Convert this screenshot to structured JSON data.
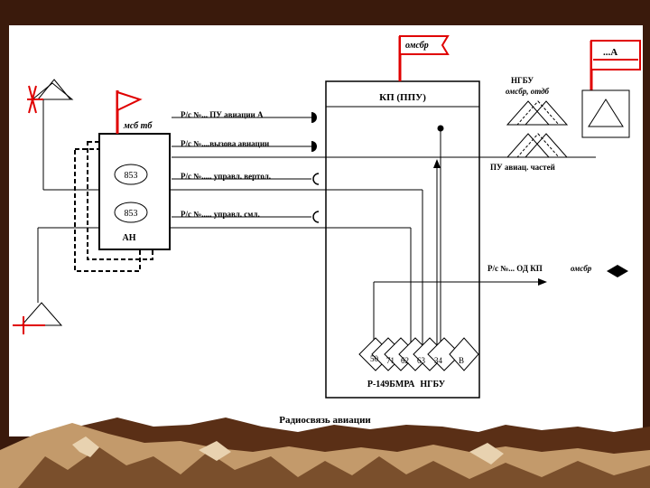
{
  "caption": "Радиосвязь авиации",
  "center_box": {
    "title": "КП (ППУ)",
    "station": "Р-149БМРА",
    "station_suffix": "НГБУ",
    "channels": [
      "50",
      "71",
      "62",
      "63",
      "34",
      "В"
    ]
  },
  "flags": {
    "center": "омсбр",
    "left": "мсб тб",
    "right": "...А"
  },
  "left_unit": {
    "label": "АН",
    "radio_1": "853",
    "radio_2": "853"
  },
  "links": [
    "Р/с №... ПУ авиации А",
    "Р/с №....вызова авиации",
    "Р/с №..... управл. вертол.",
    "Р/с №..... управл. смл."
  ],
  "right_labels": {
    "ngbu": "НГБУ",
    "ngbu_sub": "омсбр, отдб",
    "pu": "ПУ авиац. частей",
    "od": "Р/с №... ОД КП",
    "od_unit": "омсбр"
  },
  "colors": {
    "background_dark": "#3a1a0c",
    "panel": "#ffffff",
    "flag_red": "#e00000",
    "mountain_light": "#c39a6b",
    "mountain_shadow": "#7a4f2c"
  }
}
